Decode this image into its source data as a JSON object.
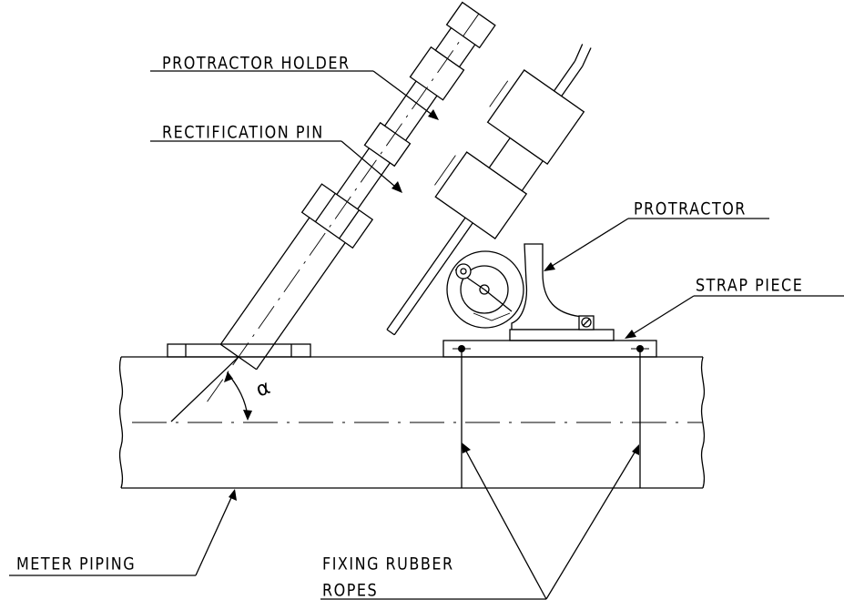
{
  "labels": {
    "protractor_holder": "PROTRACTOR HOLDER",
    "rectification_pin": "RECTIFICATION PIN",
    "protractor": "PROTRACTOR",
    "strap_piece": "STRAP PIECE",
    "meter_piping": "METER PIPING",
    "fixing_rubber_line1": "FIXING RUBBER",
    "fixing_rubber_line2": "ROPES",
    "angle_symbol": "α"
  }
}
